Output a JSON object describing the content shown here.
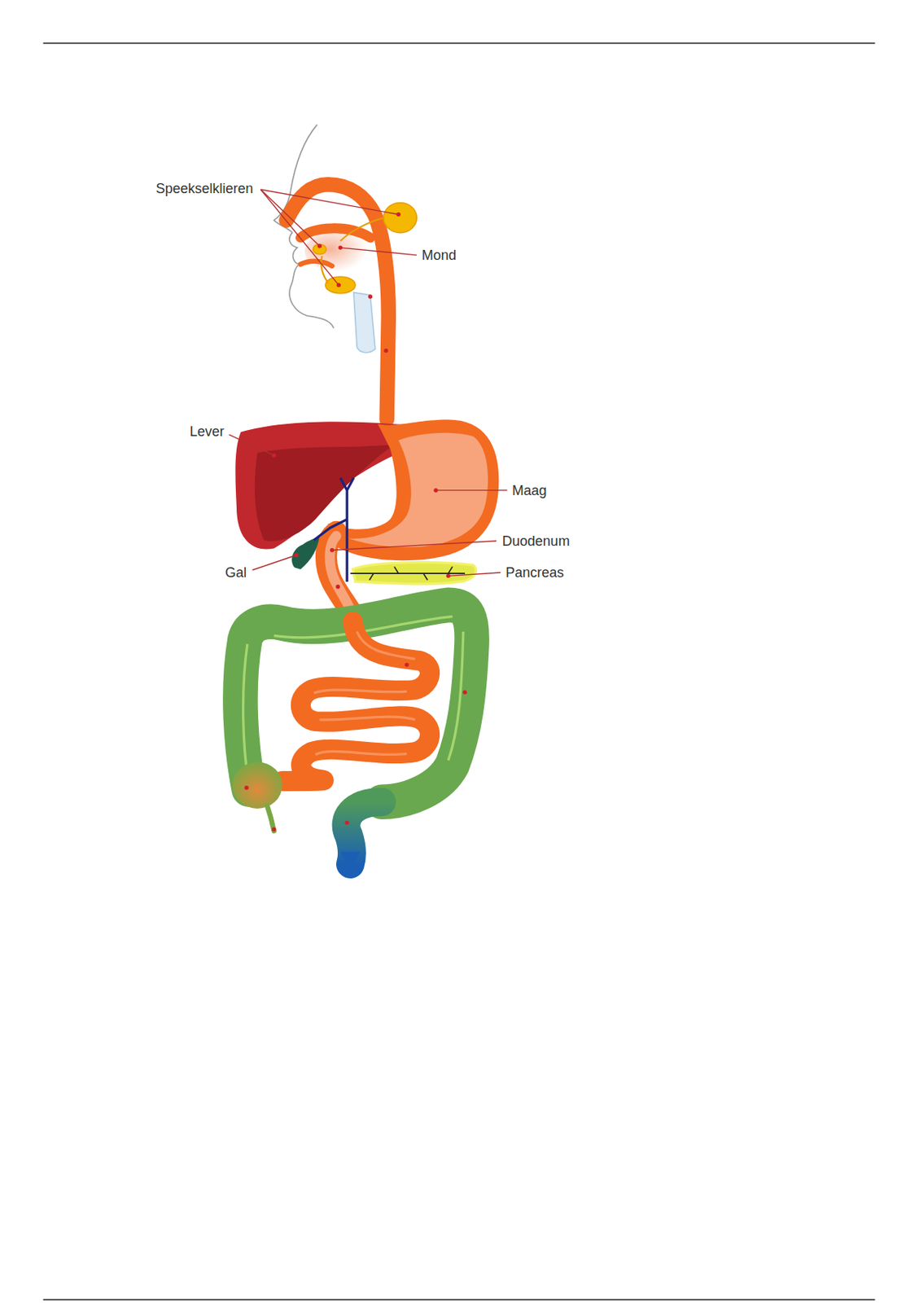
{
  "diagram": {
    "labels": [
      "Speekselklieren",
      "Mond",
      "Lever",
      "Maag",
      "Duodenum",
      "Gal",
      "Pancreas"
    ]
  }
}
